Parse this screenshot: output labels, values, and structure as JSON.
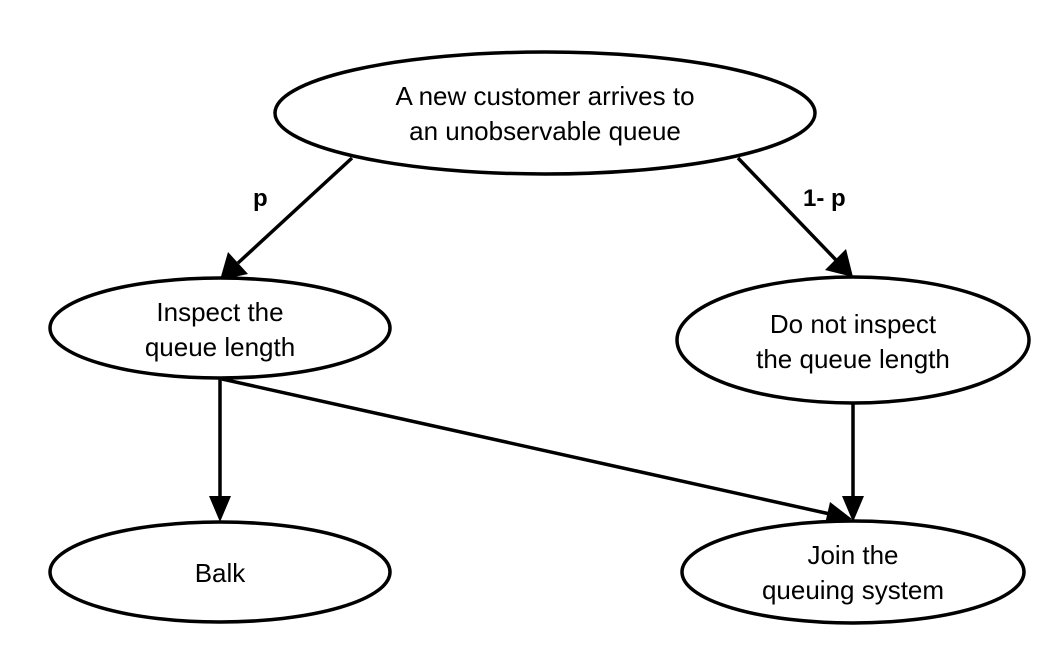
{
  "nodes": {
    "arrival": {
      "lines": [
        "A new customer arrives to",
        "an unobservable queue"
      ]
    },
    "inspect": {
      "lines": [
        "Inspect the",
        "queue length"
      ]
    },
    "no_inspect": {
      "lines": [
        "Do not inspect",
        "the queue length"
      ]
    },
    "balk": {
      "lines": [
        "Balk"
      ]
    },
    "join": {
      "lines": [
        "Join the",
        "queuing system"
      ]
    }
  },
  "edges": {
    "arrival_to_inspect": {
      "label": "p"
    },
    "arrival_to_no_inspect": {
      "label": "1- p"
    },
    "inspect_to_balk": {
      "label": ""
    },
    "inspect_to_join": {
      "label": ""
    },
    "no_inspect_to_join": {
      "label": ""
    }
  },
  "colors": {
    "stroke": "#000000",
    "fill": "#ffffff",
    "text": "#000000"
  }
}
